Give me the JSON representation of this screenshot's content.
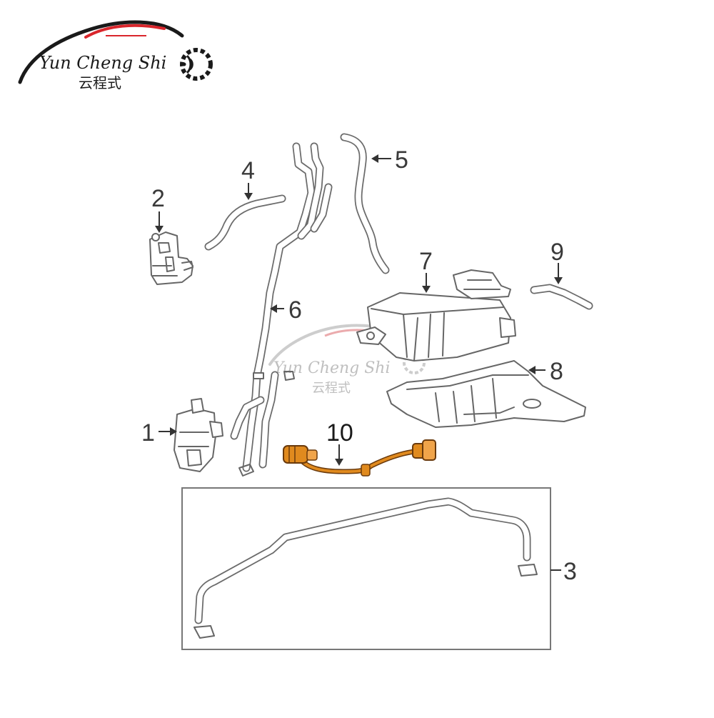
{
  "logo": {
    "brand_latin": "Yun Cheng Shi",
    "brand_chinese": "云程式"
  },
  "watermark": {
    "brand_latin": "Yun Cheng Shi",
    "brand_chinese": "云程式"
  },
  "callouts": {
    "c1": "1",
    "c2": "2",
    "c3": "3",
    "c4": "4",
    "c5": "5",
    "c6": "6",
    "c7": "7",
    "c8": "8",
    "c9": "9",
    "c10": "10"
  },
  "colors": {
    "highlight_part": "#e08a1e",
    "logo_accent": "#d9262c",
    "line_art": "#666666"
  }
}
